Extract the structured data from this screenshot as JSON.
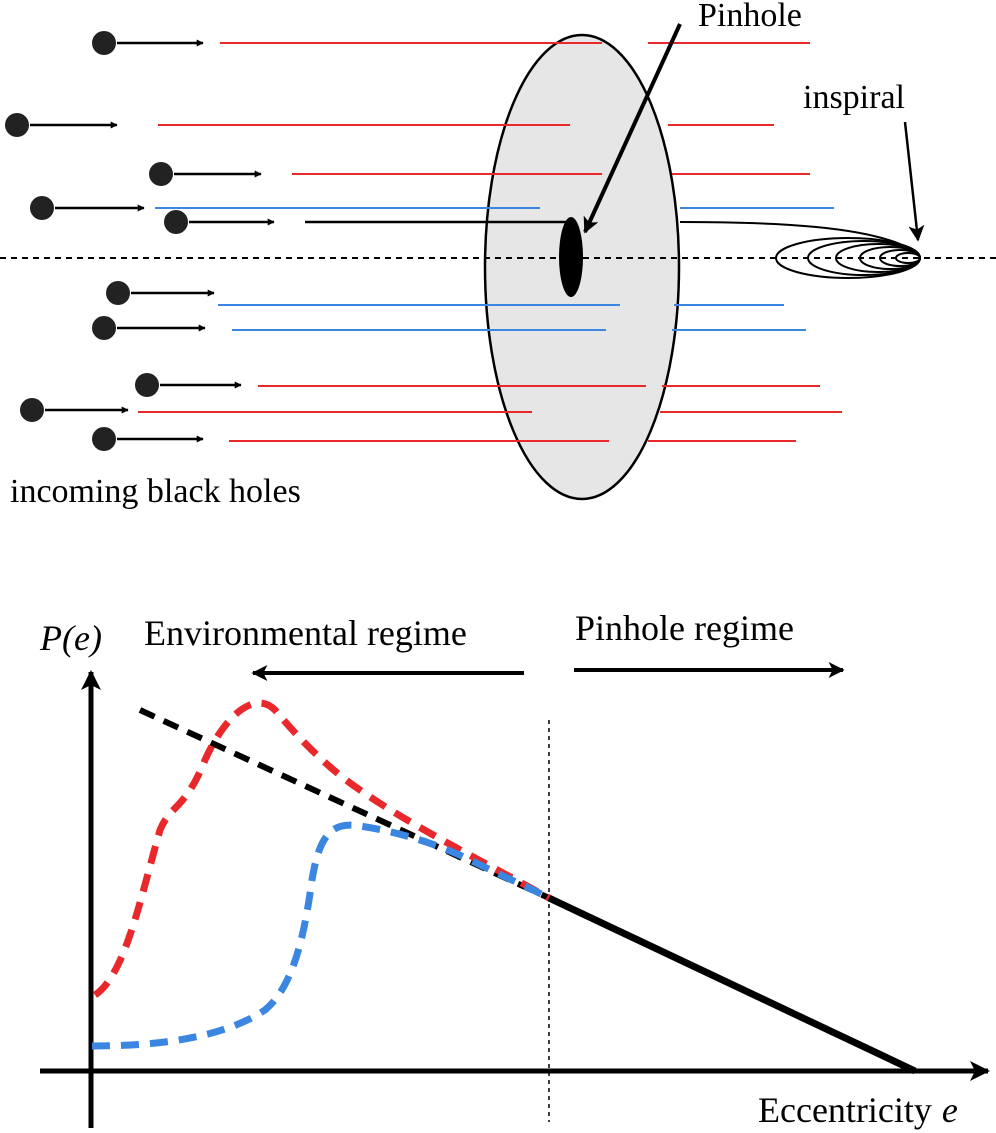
{
  "top_diagram": {
    "pinhole_label": "Pinhole",
    "inspiral_label": "inspiral",
    "incoming_label": "incoming black holes"
  },
  "bottom_plot": {
    "y_axis_label": "P(e)",
    "x_axis_label": "Eccentricity",
    "x_axis_symbol": "e",
    "environmental_label": "Environmental regime",
    "pinhole_regime_label": "Pinhole regime"
  },
  "colors": {
    "red": "#e8282a",
    "blue": "#3b86e0",
    "disk_fill": "#e6e6e6",
    "black": "#000000"
  },
  "icons": [
    "black-hole-dot",
    "arrow-right",
    "arrow-left"
  ]
}
